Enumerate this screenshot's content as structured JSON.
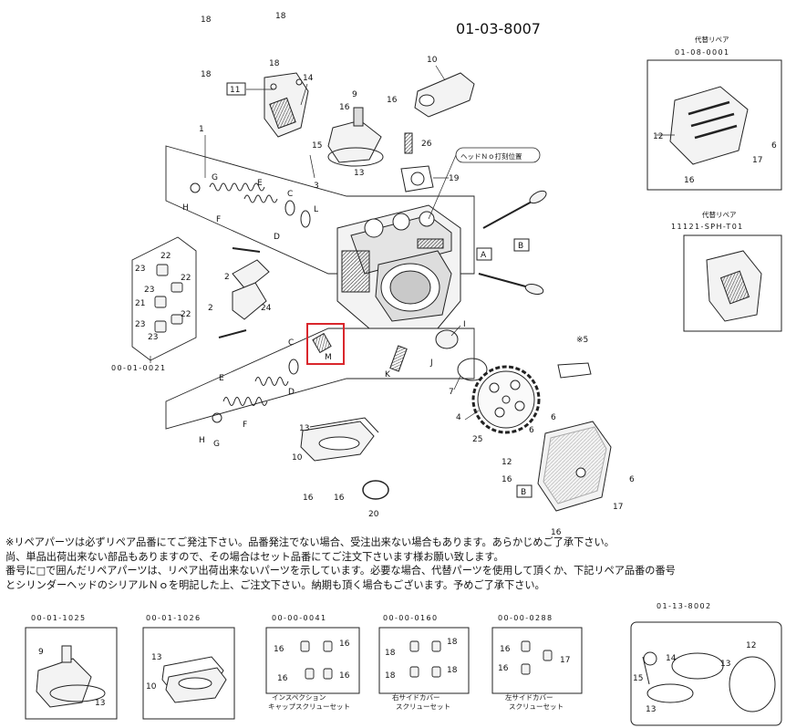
{
  "title": "01-03-8007",
  "notes": [
    "※リペアパーツは必ずリペア品番にてご発注下さい。品番発注でない場合、受注出来ない場合もあります。あらかじめご了承下さい。",
    "尚、単品出荷出来ない部品もありますので、その場合はセット品番にてご注文下さいます様お願い致します。",
    "番号に□で囲んだリペアパーツは、リペア出荷出来ないパーツを示しています。必要な場合、代替パーツを使用して頂くか、下記リペア品番の番号",
    "とシリンダーヘッドのシリアルＮｏを明記した上、ご注文下さい。納期も頂く場合もございます。予めご了承下さい。"
  ],
  "head_number_note": "ヘッドＮｏ打刻位置",
  "callouts": {
    "n1": "1",
    "n2": "2",
    "n3": "3",
    "n4": "4",
    "n5": "※5",
    "n6": "6",
    "n7": "7",
    "n9": "9",
    "n10": "10",
    "n11": "11",
    "n12": "12",
    "n13": "13",
    "n14": "14",
    "n15": "15",
    "n16": "16",
    "n17": "17",
    "n18": "18",
    "n19": "19",
    "n20": "20",
    "n21": "21",
    "n22": "22",
    "n23": "23",
    "n24": "24",
    "n25": "25",
    "n26": "26",
    "A": "A",
    "B": "B",
    "C": "C",
    "D": "D",
    "E": "E",
    "F": "F",
    "G": "G",
    "H": "H",
    "I": "I",
    "K": "K",
    "L": "L",
    "M": "M"
  },
  "kits": {
    "rocker_kit": "00-01-0021",
    "alt_repair_1": {
      "label": "代替リペア",
      "code": "01-08-0001"
    },
    "alt_repair_2": {
      "label": "代替リペア",
      "code": "11121-SPH-T01"
    },
    "k1025": "00-01-1025",
    "k1026": "00-01-1026",
    "k0041": {
      "code": "00-00-0041",
      "caption1": "インスペクション",
      "caption2": "キャップスクリューセット"
    },
    "k0160": {
      "code": "00-00-0160",
      "caption1": "右サイドカバー",
      "caption2": "スクリューセット"
    },
    "k0288": {
      "code": "00-00-0288",
      "caption1": "左サイドカバー",
      "caption2": "スクリューセット"
    },
    "k8002": "01-13-8002"
  },
  "colors": {
    "highlight": "#d9262c",
    "line": "#222222",
    "fill": "#f3f3f3"
  }
}
